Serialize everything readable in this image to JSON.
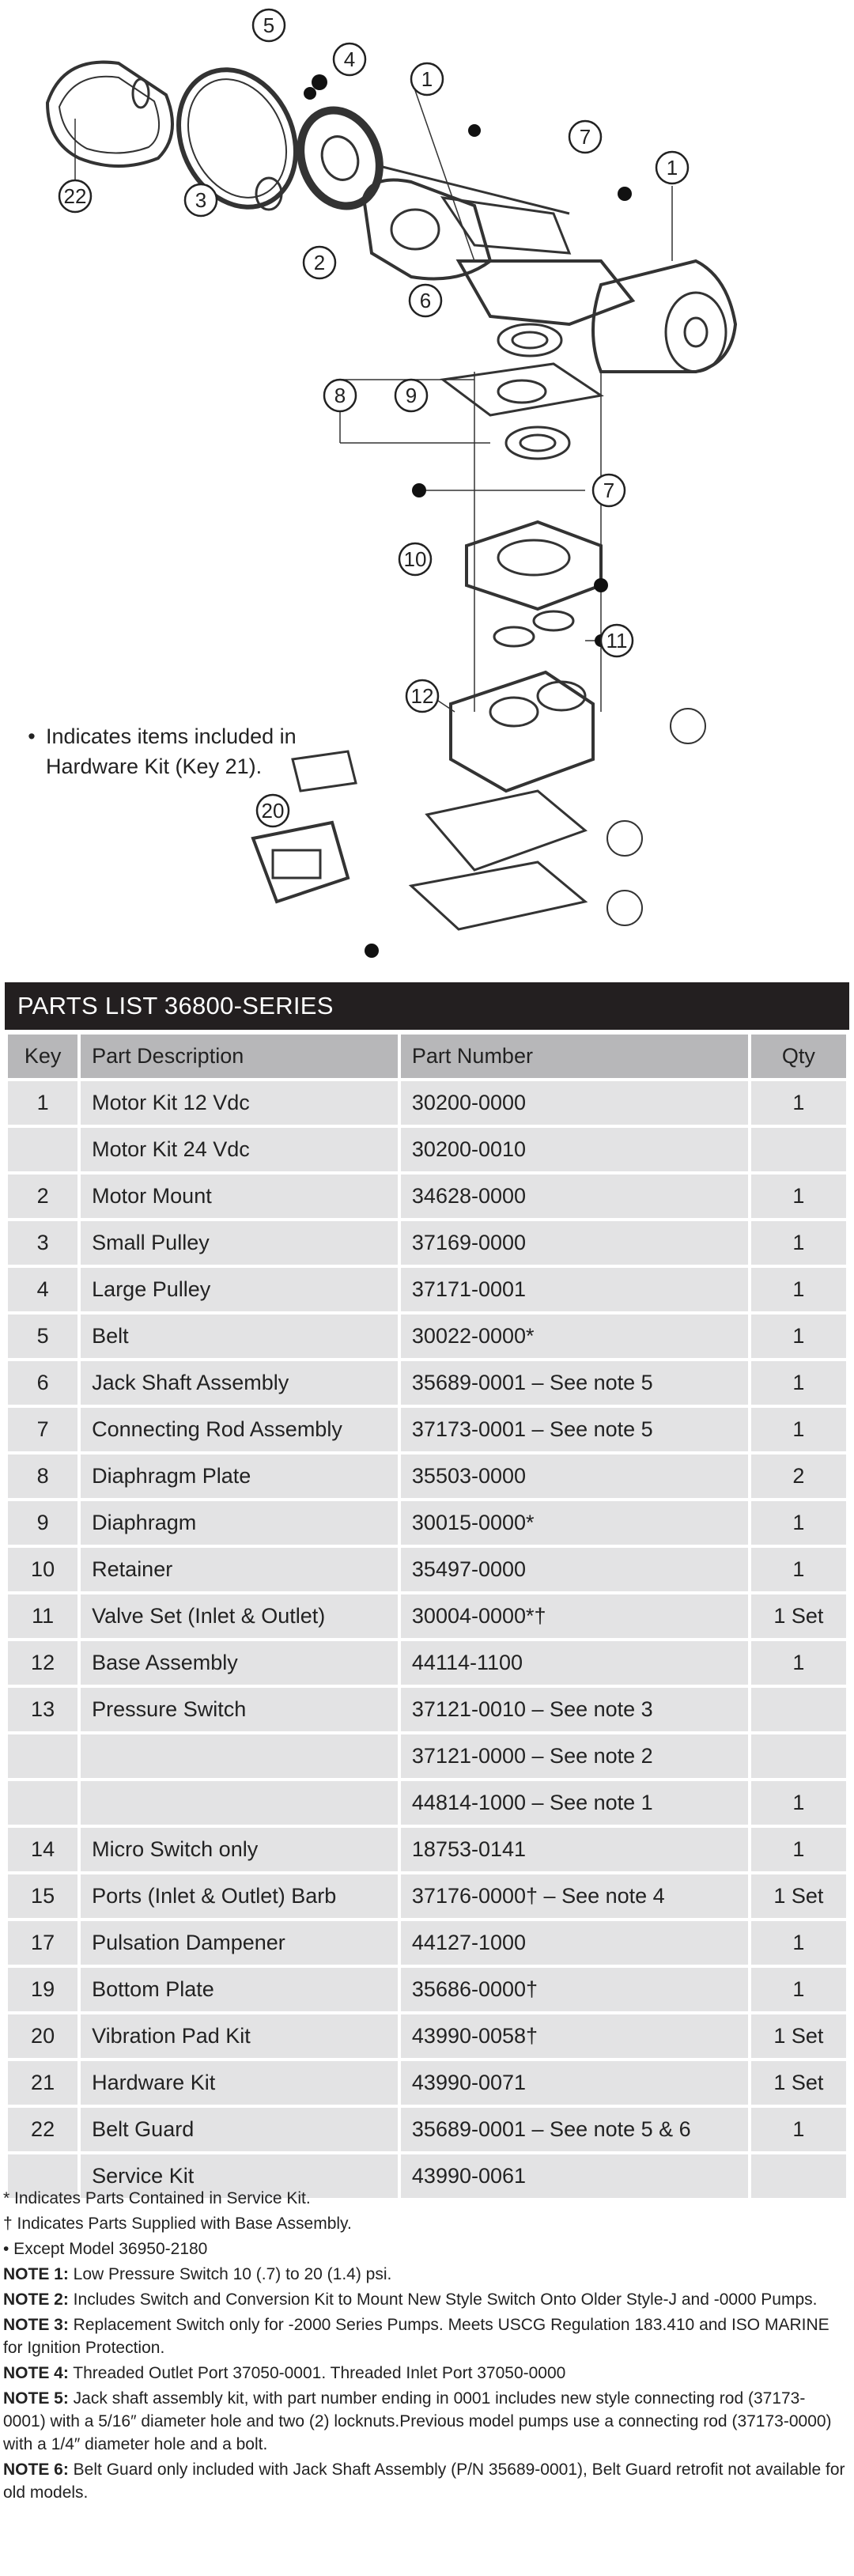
{
  "diagram": {
    "callouts": [
      "1",
      "1",
      "2",
      "3",
      "4",
      "5",
      "6",
      "7",
      "7",
      "8",
      "9",
      "10",
      "11",
      "12",
      "20",
      "22"
    ]
  },
  "hardware_note": {
    "bullet": "•",
    "text": "Indicates items included in Hardware Kit (Key 21)."
  },
  "parts_list": {
    "title": "PARTS LIST 36800-SERIES",
    "headers": {
      "key": "Key",
      "desc": "Part Description",
      "pn": "Part Number",
      "qty": "Qty"
    },
    "rows": [
      {
        "key": "1",
        "desc": "Motor Kit 12 Vdc",
        "pn": "30200-0000",
        "qty": "1"
      },
      {
        "key": "",
        "desc": "Motor Kit 24 Vdc",
        "pn": "30200-0010",
        "qty": ""
      },
      {
        "key": "2",
        "desc": "Motor Mount",
        "pn": "34628-0000",
        "qty": "1"
      },
      {
        "key": "3",
        "desc": "Small Pulley",
        "pn": "37169-0000",
        "qty": "1"
      },
      {
        "key": "4",
        "desc": "Large Pulley",
        "pn": "37171-0001",
        "qty": "1"
      },
      {
        "key": "5",
        "desc": "Belt",
        "pn": "30022-0000*",
        "qty": "1"
      },
      {
        "key": "6",
        "desc": "Jack Shaft Assembly",
        "pn": "35689-0001 – See note 5",
        "qty": "1"
      },
      {
        "key": "7",
        "desc": "Connecting Rod Assembly",
        "pn": "37173-0001 – See note 5",
        "qty": "1"
      },
      {
        "key": "8",
        "desc": "Diaphragm Plate",
        "pn": "35503-0000",
        "qty": "2"
      },
      {
        "key": "9",
        "desc": "Diaphragm",
        "pn": "30015-0000*",
        "qty": "1"
      },
      {
        "key": "10",
        "desc": "Retainer",
        "pn": "35497-0000",
        "qty": "1"
      },
      {
        "key": "11",
        "desc": "Valve Set (Inlet & Outlet)",
        "pn": "30004-0000*†",
        "qty": "1 Set"
      },
      {
        "key": "12",
        "desc": "Base Assembly",
        "pn": "44114-1100",
        "qty": "1"
      },
      {
        "key": "13",
        "desc": "Pressure Switch",
        "pn": "37121-0010 – See note 3",
        "qty": ""
      },
      {
        "key": "",
        "desc": "",
        "pn": "37121-0000 – See note 2",
        "qty": ""
      },
      {
        "key": "",
        "desc": "",
        "pn": "44814-1000 – See note 1",
        "qty": "1"
      },
      {
        "key": "14",
        "desc": "Micro Switch only",
        "pn": "18753-0141",
        "qty": "1"
      },
      {
        "key": "15",
        "desc": "Ports (Inlet & Outlet) Barb",
        "pn": "37176-0000† – See note 4",
        "qty": "1 Set"
      },
      {
        "key": "17",
        "desc": "Pulsation Dampener",
        "pn": "44127-1000",
        "qty": "1"
      },
      {
        "key": "19",
        "desc": "Bottom Plate",
        "pn": "35686-0000†",
        "qty": "1"
      },
      {
        "key": "20",
        "desc": "Vibration Pad Kit",
        "pn": "43990-0058†",
        "qty": "1 Set"
      },
      {
        "key": "21",
        "desc": "Hardware Kit",
        "pn": "43990-0071",
        "qty": "1 Set"
      },
      {
        "key": "22",
        "desc": "Belt Guard",
        "pn": "35689-0001 – See note 5 & 6",
        "qty": "1"
      },
      {
        "key": "",
        "desc": "Service Kit",
        "pn": "43990-0061",
        "qty": ""
      }
    ]
  },
  "notes": [
    {
      "label": "",
      "text": "* Indicates Parts Contained in Service Kit."
    },
    {
      "label": "",
      "text": "† Indicates Parts Supplied with Base Assembly."
    },
    {
      "label": "",
      "text": "• Except Model 36950-2180"
    },
    {
      "label": "NOTE 1:",
      "text": " Low Pressure Switch 10 (.7) to 20 (1.4) psi."
    },
    {
      "label": "NOTE 2:",
      "text": " Includes Switch and Conversion Kit to Mount New Style Switch Onto Older Style-J and -0000 Pumps."
    },
    {
      "label": "NOTE 3:",
      "text": " Replacement Switch only for -2000 Series Pumps. Meets USCG Regulation 183.410 and ISO MARINE for Ignition Protection."
    },
    {
      "label": "NOTE 4:",
      "text": " Threaded Outlet Port 37050-0001. Threaded Inlet Port 37050-0000"
    },
    {
      "label": "NOTE 5:",
      "text": " Jack shaft assembly kit, with part number ending in 0001 includes new style connecting rod (37173-0001) with a 5/16″ diameter hole and two (2) locknuts.Previous model pumps use a connecting rod (37173-0000) with a 1/4″ diameter hole and a bolt."
    },
    {
      "label": "NOTE 6:",
      "text": " Belt Guard only included with Jack Shaft Assembly (P/N 35689-0001), Belt Guard retrofit not available for old models."
    }
  ]
}
